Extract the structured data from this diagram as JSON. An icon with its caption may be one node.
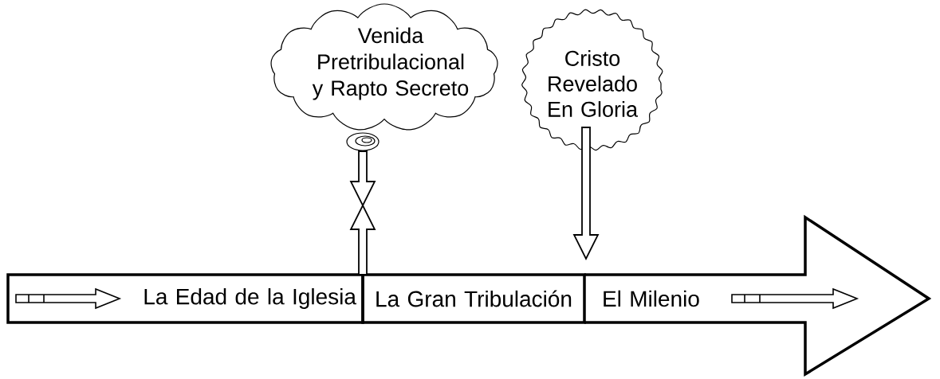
{
  "diagram": {
    "nodes": [
      {
        "text": [
          "Venida Pretribulacional y Rapto Secreto"
        ]
      },
      {
        "text": [
          "Cristo Revelado En Gloria"
        ]
      },
      {
        "text": [
          "La Edad de la Iglesia"
        ]
      },
      {
        "text": [
          "La Gran Tribulación"
        ]
      },
      {
        "text": [
          "El Milenio"
        ]
      }
    ],
    "edges": [
      {
        "from": 0,
        "to": null,
        "arrow": "to"
      },
      {
        "from": 3,
        "to": null,
        "arrow": "to"
      },
      {
        "from": 1,
        "to": 4,
        "arrow": "to"
      }
    ]
  }
}
